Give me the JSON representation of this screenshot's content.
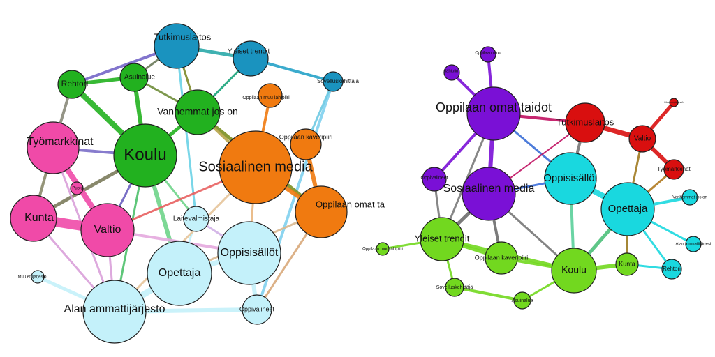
{
  "colors": {
    "green": "#22b11f",
    "pink": "#f04aa8",
    "blue_dark": "#1a93bf",
    "orange": "#f07a10",
    "light_cyan": "#c4f1fa",
    "purple": "#7a10d6",
    "red": "#d90f0f",
    "cyan": "#19d8df",
    "lime": "#72d81f"
  },
  "networks": [
    {
      "name": "left-network",
      "nodes": [
        {
          "id": "koulu",
          "label": "Koulu",
          "group": "green"
        },
        {
          "id": "rehtori",
          "label": "Rehtori",
          "group": "green"
        },
        {
          "id": "asuinalue",
          "label": "Asuinalue",
          "group": "green"
        },
        {
          "id": "vanhemmat",
          "label": "Vanhemmat jos on",
          "group": "green"
        },
        {
          "id": "tutkimuslaitos",
          "label": "Tutkimuslaitos",
          "group": "blue_dark"
        },
        {
          "id": "yleiset",
          "label": "Yleiset trendit",
          "group": "blue_dark"
        },
        {
          "id": "sovellus",
          "label": "Sovelluskehittäjä",
          "group": "blue_dark"
        },
        {
          "id": "lahipiiri",
          "label": "Oppilaan muu lähipiiri",
          "group": "orange"
        },
        {
          "id": "kaveripiiri",
          "label": "Oppilaan kaveripiiri",
          "group": "orange"
        },
        {
          "id": "some",
          "label": "Sosiaalinen media",
          "group": "orange"
        },
        {
          "id": "omattaidot",
          "label": "Oppilaan omat ta",
          "group": "orange"
        },
        {
          "id": "tyomarkkinat",
          "label": "Työmarkkinat",
          "group": "pink"
        },
        {
          "id": "kunta",
          "label": "Kunta",
          "group": "pink"
        },
        {
          "id": "valtio",
          "label": "Valtio",
          "group": "pink"
        },
        {
          "id": "puoli",
          "label": "Puolu",
          "group": "pink"
        },
        {
          "id": "laitevalmistaja",
          "label": "Laitevalmistaja",
          "group": "light_cyan"
        },
        {
          "id": "oppisisallot",
          "label": "Oppisisällöt",
          "group": "light_cyan"
        },
        {
          "id": "opettaja",
          "label": "Opettaja",
          "group": "light_cyan"
        },
        {
          "id": "ammattijarjesto",
          "label": "Alan ammattijärjestö",
          "group": "light_cyan"
        },
        {
          "id": "oppivalineet",
          "label": "Oppivälineet",
          "group": "light_cyan"
        },
        {
          "id": "muujarjesto",
          "label": "Muu etujärjestö",
          "group": "light_cyan"
        }
      ]
    },
    {
      "name": "right-network",
      "nodes": [
        {
          "id": "omattaidot",
          "label": "Oppilaan omat taidot",
          "group": "purple"
        },
        {
          "id": "some",
          "label": "Sosiaalinen media",
          "group": "purple"
        },
        {
          "id": "lahipiiri",
          "label": "Oppilaan muu",
          "group": "purple"
        },
        {
          "id": "lahipiiri2",
          "label": "lähipiiri",
          "group": "purple"
        },
        {
          "id": "oppivalineet",
          "label": "Oppivälineet",
          "group": "purple"
        },
        {
          "id": "tutkimuslaitos",
          "label": "Tutkimuslaitos",
          "group": "red"
        },
        {
          "id": "valtio",
          "label": "Valtio",
          "group": "red"
        },
        {
          "id": "tyomarkkinat",
          "label": "Työmarkkinat",
          "group": "red"
        },
        {
          "id": "muuetu",
          "label": "Muu etujärjestö",
          "group": "red"
        },
        {
          "id": "oppisisallot",
          "label": "Oppisisällöt",
          "group": "cyan"
        },
        {
          "id": "opettaja",
          "label": "Opettaja",
          "group": "cyan"
        },
        {
          "id": "vanhemmat",
          "label": "Vanhemmat jos on",
          "group": "cyan"
        },
        {
          "id": "ammatti",
          "label": "Alan ammattijärjest",
          "group": "cyan"
        },
        {
          "id": "rehtori",
          "label": "Rehtori",
          "group": "cyan"
        },
        {
          "id": "yleiset",
          "label": "Yleiset trendit",
          "group": "lime"
        },
        {
          "id": "kaveripiiri",
          "label": "Oppilaan kaveripiiri",
          "group": "lime"
        },
        {
          "id": "koulu",
          "label": "Koulu",
          "group": "lime"
        },
        {
          "id": "kunta",
          "label": "Kunta",
          "group": "lime"
        },
        {
          "id": "sovellus",
          "label": "Sovelluskehittäjä",
          "group": "lime"
        },
        {
          "id": "asuinalue",
          "label": "Asuinalue",
          "group": "lime"
        },
        {
          "id": "muulahi",
          "label": "Oppilaan muu lähipiiri",
          "group": "lime"
        }
      ]
    }
  ]
}
